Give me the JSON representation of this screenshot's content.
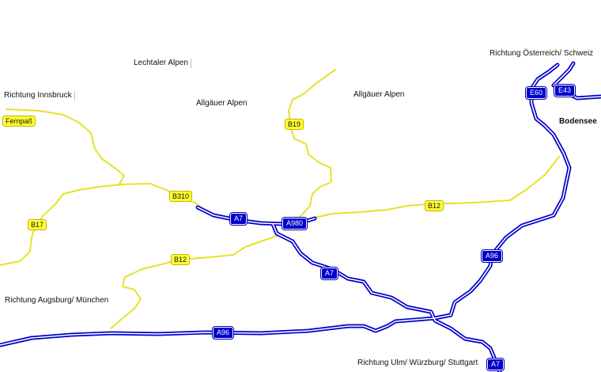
{
  "labels": {
    "lechtaler_alpen": "Lechtaler Alpen",
    "richtung_innsbruck": "Richtung Innsbruck",
    "allgaeuer_alpen_1": "Allgäuer Alpen",
    "allgaeuer_alpen_2": "Allgäuer Alpen",
    "richtung_oesterreich": "Richtung Österreich/ Schweiz",
    "bodensee": "Bodensee",
    "richtung_augsburg": "Richtung Augsburg/ München",
    "richtung_ulm": "Richtung Ulm/ Würzburg/ Stuttgart"
  },
  "shields": {
    "fernpass": "Fernpaß",
    "b19": "B19",
    "b310": "B310",
    "b17": "B17",
    "b12_east": "B12",
    "b12_west": "B12",
    "a7_north": "A7",
    "a980": "A980",
    "a7_mid": "A7",
    "a7_south": "A7",
    "a96_east": "A96",
    "a96_west": "A96",
    "e60": "E60",
    "e43": "E43"
  },
  "colors": {
    "motorway": "#0000cc",
    "federal_road": "#e8e832",
    "background": "#ffffff"
  }
}
